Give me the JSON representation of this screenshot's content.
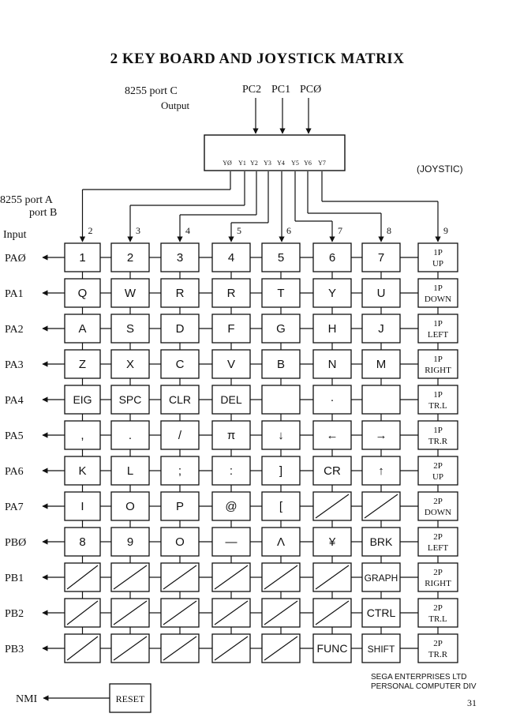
{
  "title": "2 KEY BOARD AND JOYSTICK MATRIX",
  "portC": {
    "label": "8255 port C",
    "sub": "Output"
  },
  "pcLabels": [
    "PC2",
    "PC1",
    "PCØ"
  ],
  "decoderOutputs": [
    "YØ",
    "Y1",
    "Y2",
    "Y3",
    "Y4",
    "Y5",
    "Y6",
    "Y7"
  ],
  "joystickLabel": "(JOYSTIC)",
  "portAB": {
    "line1": "8255 port A",
    "line2": "port B"
  },
  "inputLabel": "Input",
  "columnNumbers": [
    "2",
    "3",
    "4",
    "5",
    "6",
    "7",
    "8",
    "9"
  ],
  "rows": [
    {
      "label": "PAØ",
      "keys": [
        "1",
        "2",
        "3",
        "4",
        "5",
        "6",
        "7",
        "1P\nUP"
      ]
    },
    {
      "label": "PA1",
      "keys": [
        "Q",
        "W",
        "R",
        "R",
        "T",
        "Y",
        "U",
        "1P\nDOWN"
      ]
    },
    {
      "label": "PA2",
      "keys": [
        "A",
        "S",
        "D",
        "F",
        "G",
        "H",
        "J",
        "1P\nLEFT"
      ]
    },
    {
      "label": "PA3",
      "keys": [
        "Z",
        "X",
        "C",
        "V",
        "B",
        "N",
        "M",
        "1P\nRIGHT"
      ]
    },
    {
      "label": "PA4",
      "keys": [
        "EIG",
        "SPC",
        "CLR",
        "DEL",
        "",
        "·",
        "",
        "1P\nTR.L"
      ]
    },
    {
      "label": "PA5",
      "keys": [
        ",",
        ".",
        "/",
        "π",
        "↓",
        "←",
        "→",
        "1P\nTR.R"
      ]
    },
    {
      "label": "PA6",
      "keys": [
        "K",
        "L",
        ";",
        ":",
        "]",
        "CR",
        "↑",
        "2P\nUP"
      ]
    },
    {
      "label": "PA7",
      "keys": [
        "I",
        "O",
        "P",
        "@",
        "[",
        "/",
        "/",
        "2P\nDOWN"
      ]
    },
    {
      "label": "PBØ",
      "keys": [
        "8",
        "9",
        "O",
        "—",
        "Λ",
        "¥",
        "BRK",
        "2P\nLEFT"
      ]
    },
    {
      "label": "PB1",
      "keys": [
        "/",
        "/",
        "/",
        "/",
        "/",
        "/",
        "GRAPH",
        "2P\nRIGHT"
      ]
    },
    {
      "label": "PB2",
      "keys": [
        "/",
        "/",
        "/",
        "/",
        "/",
        "/",
        "CTRL",
        "2P\nTR.L"
      ]
    },
    {
      "label": "PB3",
      "keys": [
        "/",
        "/",
        "/",
        "/",
        "/",
        "FUNC",
        "SHIFT",
        "2P\nTR.R"
      ]
    }
  ],
  "nmi": {
    "label": "NMI",
    "button": "RESET"
  },
  "footer": {
    "line1": "SEGA ENTERPRISES LTD",
    "line2": "PERSONAL COMPUTER DIV",
    "page": "31"
  }
}
